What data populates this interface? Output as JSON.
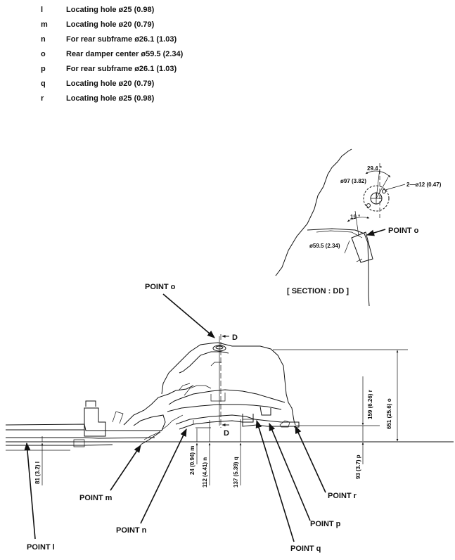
{
  "legend": [
    {
      "key": "l",
      "desc": "Locating hole ø25 (0.98)"
    },
    {
      "key": "m",
      "desc": "Locating hole ø20 (0.79)"
    },
    {
      "key": "n",
      "desc": "For rear subframe ø26.1 (1.03)"
    },
    {
      "key": "o",
      "desc": "Rear damper center ø59.5 (2.34)"
    },
    {
      "key": "p",
      "desc": "For rear subframe ø26.1 (1.03)"
    },
    {
      "key": "q",
      "desc": "Locating hole ø20 (0.79)"
    },
    {
      "key": "r",
      "desc": "Locating hole ø25 (0.98)"
    }
  ],
  "section": {
    "title": "[ SECTION : DD ]",
    "angle_top": "29.4 °",
    "dia_97": "ø97 (3.82)",
    "holes": "2—ø12 (0.47)",
    "angle_19": "19 °",
    "dia_595": "ø59.5 (2.34)",
    "point_o": "POINT o"
  },
  "main": {
    "point_o": "POINT o",
    "section_mark_top": "D",
    "section_mark_bottom": "D",
    "dim_651": "651 (25.6) o",
    "dim_159": "159 (6.26) r",
    "dim_93": "93 (3.7) p",
    "dim_137": "137 (5.39) q",
    "dim_112": "112 (4.41) n",
    "dim_24": "24 (0.94) m",
    "dim_81": "81 (3.2) l",
    "point_m": "POINT m",
    "point_n": "POINT n",
    "point_l": "POINT l",
    "point_q": "POINT q",
    "point_p": "POINT p",
    "point_r": "POINT r"
  }
}
